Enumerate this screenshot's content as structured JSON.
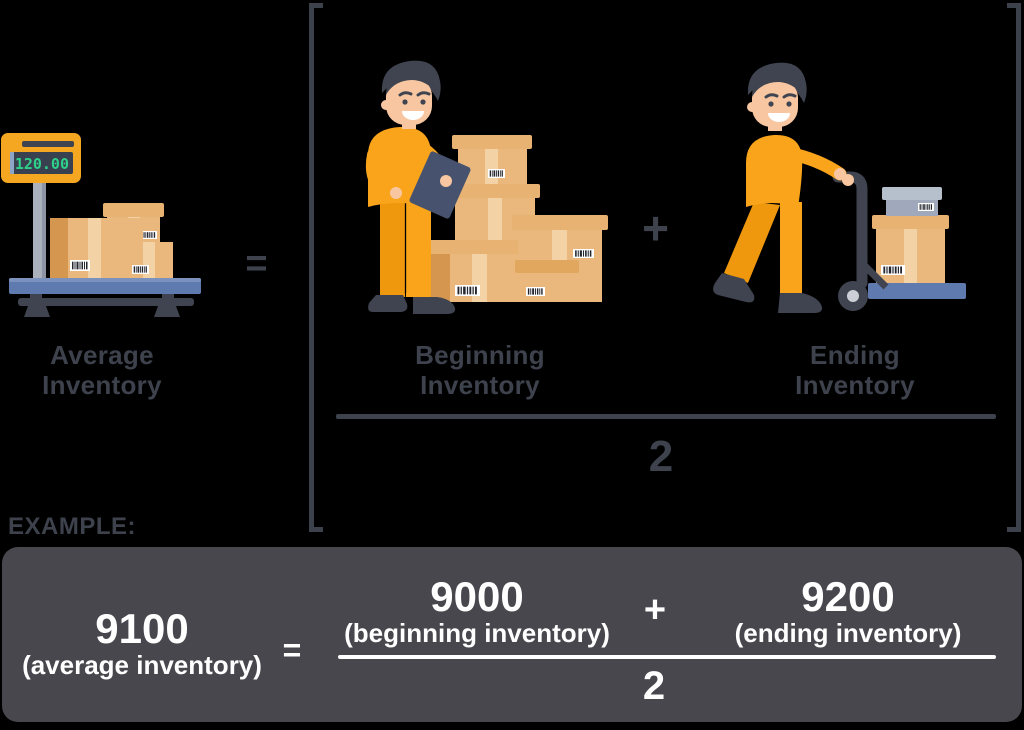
{
  "palette": {
    "background": "#000000",
    "text_dark": "#3d424d",
    "panel_bg": "#47474d",
    "white": "#ffffff",
    "bracket": "#3d414c",
    "orange": "#f9a41b",
    "orange_dark": "#ef980d",
    "skin": "#f8c7a2",
    "hair": "#3f4450",
    "box_tan": "#eab87c",
    "box_tan_light": "#f3d2a6",
    "box_tan_dark": "#d5974f",
    "box_lid": "#e7b272",
    "box_gray": "#9fa9bb",
    "box_gray_light": "#b6bfcc",
    "platform_blue": "#5e7aae",
    "scale_orange": "#f6a722",
    "display_bg": "#394050",
    "display_green": "#2ed189",
    "clipboard": "#47536e"
  },
  "scale": {
    "display_value": "120.00",
    "label": "Average Inventory"
  },
  "formula": {
    "equals": "=",
    "plus": "+",
    "numerator_left_label": "Beginning Inventory",
    "numerator_right_label": "Ending Inventory",
    "denominator": "2"
  },
  "example": {
    "heading": "EXAMPLE:",
    "result_value": "9100",
    "result_label": "(average inventory)",
    "equals": "=",
    "left_value": "9000",
    "left_label": "(beginning inventory)",
    "plus": "+",
    "right_value": "9200",
    "right_label": "(ending inventory)",
    "denominator": "2"
  }
}
